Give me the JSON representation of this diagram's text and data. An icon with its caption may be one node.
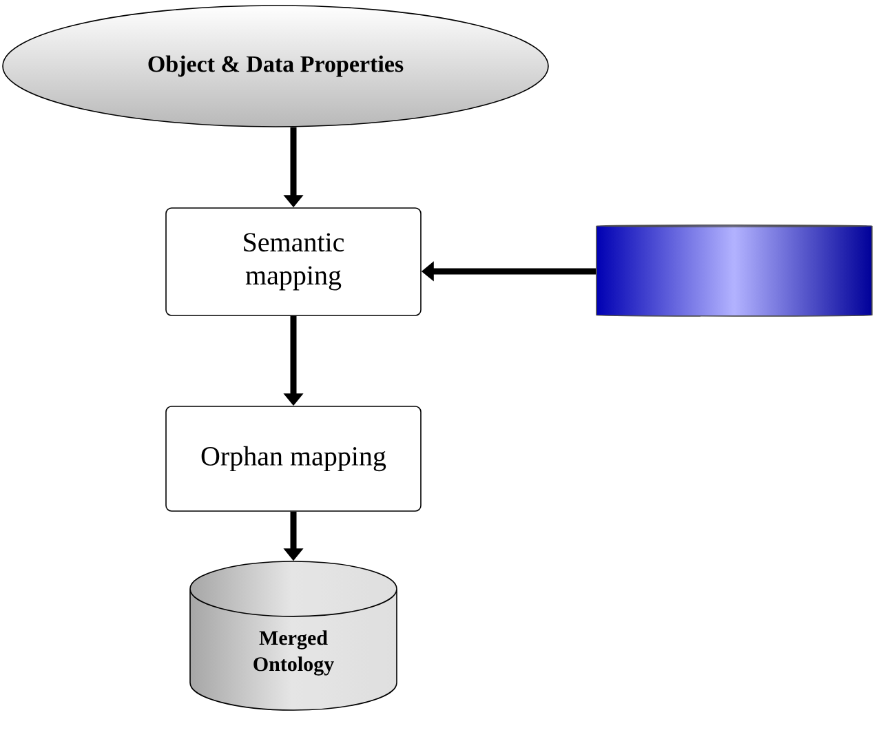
{
  "diagram": {
    "nodes": [
      {
        "text": [
          "Object & Data Properties"
        ]
      },
      {
        "text": [
          "Semantic mapping"
        ]
      },
      {
        "text": [
          "Orphan mapping"
        ]
      },
      {
        "text": [
          "Merged Ontology"
        ]
      },
      {
        "text": [],
        "shape": "cylinder"
      }
    ],
    "edges": [
      {
        "from": 0,
        "to": 1,
        "arrow": "to"
      },
      {
        "from": 4,
        "to": 1,
        "arrow": "to"
      },
      {
        "from": 1,
        "to": 2,
        "arrow": "to"
      },
      {
        "from": 2,
        "to": 3,
        "arrow": "to"
      }
    ]
  }
}
